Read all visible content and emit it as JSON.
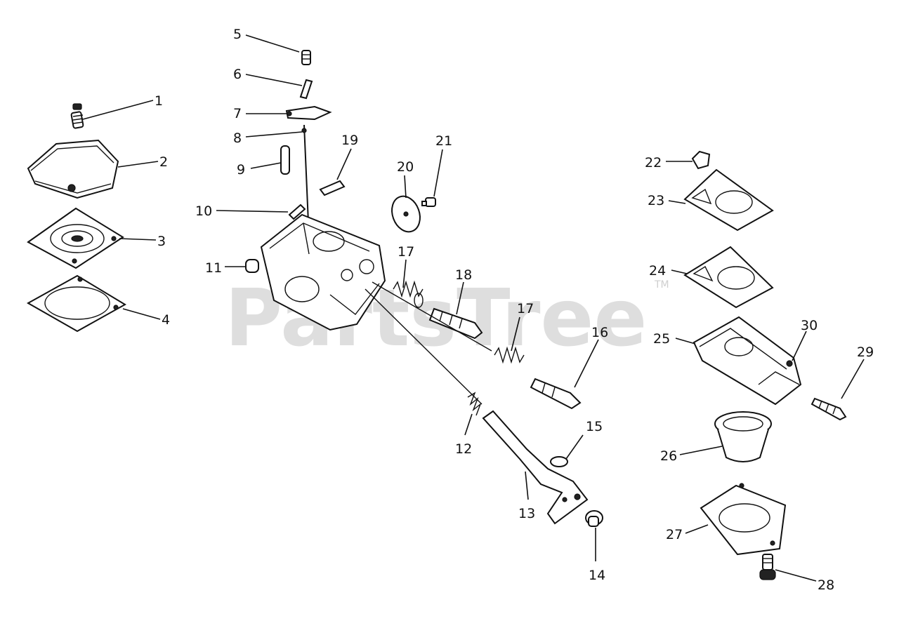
{
  "watermark": {
    "text": "PartsTree",
    "tm": "TM"
  },
  "callouts": [
    {
      "id": "c1",
      "label": "1"
    },
    {
      "id": "c2",
      "label": "2"
    },
    {
      "id": "c3",
      "label": "3"
    },
    {
      "id": "c4",
      "label": "4"
    },
    {
      "id": "c5",
      "label": "5"
    },
    {
      "id": "c6",
      "label": "6"
    },
    {
      "id": "c7",
      "label": "7"
    },
    {
      "id": "c8",
      "label": "8"
    },
    {
      "id": "c9",
      "label": "9"
    },
    {
      "id": "c10",
      "label": "10"
    },
    {
      "id": "c11",
      "label": "11"
    },
    {
      "id": "c12",
      "label": "12"
    },
    {
      "id": "c13",
      "label": "13"
    },
    {
      "id": "c14",
      "label": "14"
    },
    {
      "id": "c15",
      "label": "15"
    },
    {
      "id": "c16",
      "label": "16"
    },
    {
      "id": "c17a",
      "label": "17"
    },
    {
      "id": "c17b",
      "label": "17"
    },
    {
      "id": "c18",
      "label": "18"
    },
    {
      "id": "c19",
      "label": "19"
    },
    {
      "id": "c20",
      "label": "20"
    },
    {
      "id": "c21",
      "label": "21"
    },
    {
      "id": "c22",
      "label": "22"
    },
    {
      "id": "c23",
      "label": "23"
    },
    {
      "id": "c24",
      "label": "24"
    },
    {
      "id": "c25",
      "label": "25"
    },
    {
      "id": "c26",
      "label": "26"
    },
    {
      "id": "c27",
      "label": "27"
    },
    {
      "id": "c28",
      "label": "28"
    },
    {
      "id": "c29",
      "label": "29"
    },
    {
      "id": "c30",
      "label": "30"
    }
  ]
}
